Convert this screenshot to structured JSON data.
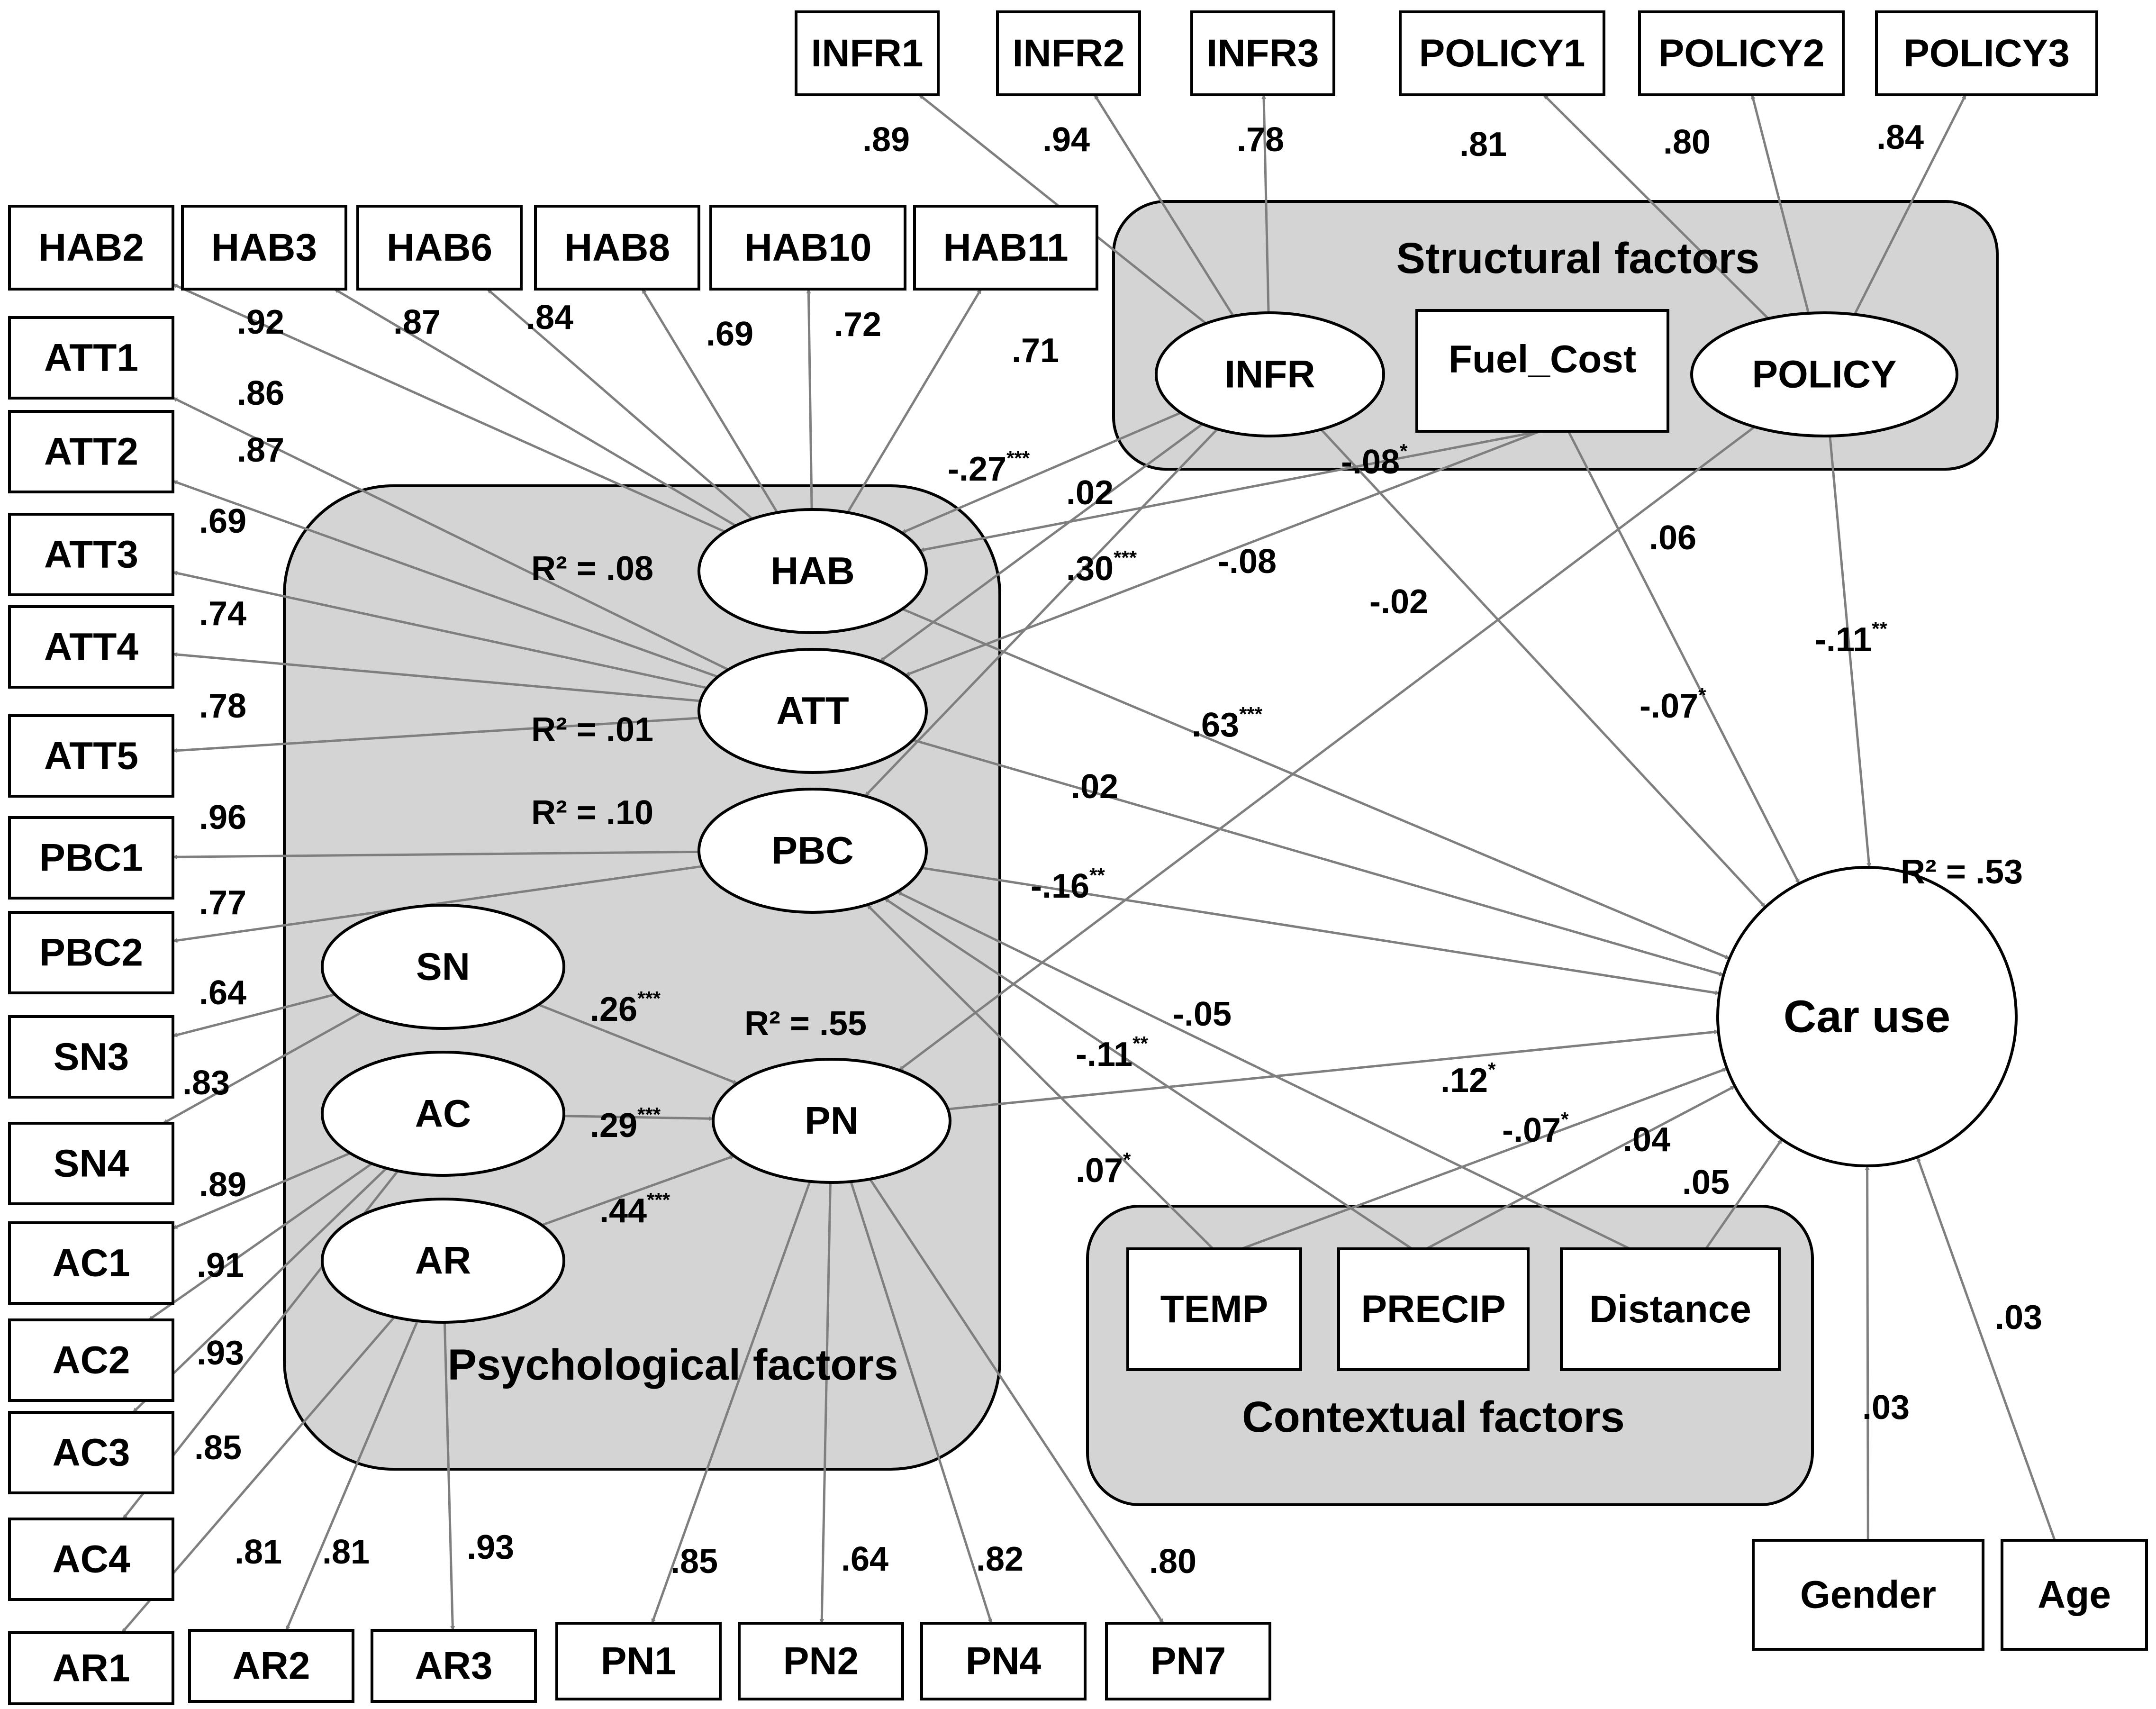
{
  "groups": {
    "structural": "Structural factors",
    "psychological": "Psychological factors",
    "contextual": "Contextual factors"
  },
  "latents": {
    "INFR": "INFR",
    "POLICY": "POLICY",
    "HAB": "HAB",
    "ATT": "ATT",
    "PBC": "PBC",
    "SN": "SN",
    "AC": "AC",
    "AR": "AR",
    "PN": "PN",
    "CAR": "Car use"
  },
  "observed": {
    "INFR1": "INFR1",
    "INFR2": "INFR2",
    "INFR3": "INFR3",
    "POLICY1": "POLICY1",
    "POLICY2": "POLICY2",
    "POLICY3": "POLICY3",
    "HAB2": "HAB2",
    "HAB3": "HAB3",
    "HAB6": "HAB6",
    "HAB8": "HAB8",
    "HAB10": "HAB10",
    "HAB11": "HAB11",
    "ATT1": "ATT1",
    "ATT2": "ATT2",
    "ATT3": "ATT3",
    "ATT4": "ATT4",
    "ATT5": "ATT5",
    "PBC1": "PBC1",
    "PBC2": "PBC2",
    "SN3": "SN3",
    "SN4": "SN4",
    "AC1": "AC1",
    "AC2": "AC2",
    "AC3": "AC3",
    "AC4": "AC4",
    "AR1": "AR1",
    "AR2": "AR2",
    "AR3": "AR3",
    "PN1": "PN1",
    "PN2": "PN2",
    "PN4": "PN4",
    "PN7": "PN7",
    "FUEL": "Fuel_Cost",
    "TEMP": "TEMP",
    "PRECIP": "PRECIP",
    "DIST": "Distance",
    "GENDER": "Gender",
    "AGE": "Age"
  },
  "r2": {
    "HAB": "R² = .08",
    "ATT": "R² = .01",
    "PBC": "R² = .10",
    "PN": "R² = .55",
    "CAR": "R² = .53"
  },
  "loadings": {
    "INFR1": ".89",
    "INFR2": ".94",
    "INFR3": ".78",
    "POLICY1": ".81",
    "POLICY2": ".80",
    "POLICY3": ".84",
    "HAB2": ".92",
    "HAB3": ".87",
    "HAB6": ".84",
    "HAB8": ".69",
    "HAB10": ".72",
    "HAB11": ".71",
    "ATT1": ".86",
    "ATT2": ".87",
    "ATT3": ".69",
    "ATT4": ".74",
    "ATT5": ".78",
    "PBC1": ".96",
    "PBC2": ".77",
    "SN3": ".64",
    "SN4": ".83",
    "AC1": ".89",
    "AC2": ".91",
    "AC3": ".93",
    "AC4": ".85",
    "AR1": ".81",
    "AR2": ".81",
    "AR3": ".93",
    "PN1": ".85",
    "PN2": ".64",
    "PN4": ".82",
    "PN7": ".80"
  },
  "paths": {
    "INFR_HAB": {
      "v": "-.27",
      "s": "***"
    },
    "INFR_ATT": {
      "v": ".02",
      "s": ""
    },
    "INFR_PBC": {
      "v": ".30",
      "s": "***"
    },
    "INFR_CAR": {
      "v": "-.02",
      "s": ""
    },
    "FUEL_HAB": {
      "v": "-.08",
      "s": "*"
    },
    "FUEL_ATT": {
      "v": "-.08",
      "s": ""
    },
    "FUEL_CAR": {
      "v": "-.07",
      "s": "*"
    },
    "POLICY_PN": {
      "v": ".06",
      "s": ""
    },
    "POLICY_CAR": {
      "v": "-.11",
      "s": "**"
    },
    "HAB_CAR": {
      "v": ".63",
      "s": "***"
    },
    "ATT_CAR": {
      "v": ".02",
      "s": ""
    },
    "PBC_CAR": {
      "v": "-.16",
      "s": "**"
    },
    "SN_PN": {
      "v": ".26",
      "s": "***"
    },
    "AC_PN": {
      "v": ".29",
      "s": "***"
    },
    "AR_PN": {
      "v": ".44",
      "s": "***"
    },
    "PN_CAR": {
      "v": ".12",
      "s": "*"
    },
    "DIST_PBC": {
      "v": "-.05",
      "s": ""
    },
    "PRECIP_PBC": {
      "v": "-.11",
      "s": "**"
    },
    "TEMP_PBC": {
      "v": ".07",
      "s": "*"
    },
    "TEMP_CAR": {
      "v": "-.07",
      "s": "*"
    },
    "PRECIP_CAR": {
      "v": ".04",
      "s": ""
    },
    "DIST_CAR": {
      "v": ".05",
      "s": ""
    },
    "GENDER_CAR": {
      "v": ".03",
      "s": ""
    },
    "AGE_CAR": {
      "v": ".03",
      "s": ""
    }
  }
}
